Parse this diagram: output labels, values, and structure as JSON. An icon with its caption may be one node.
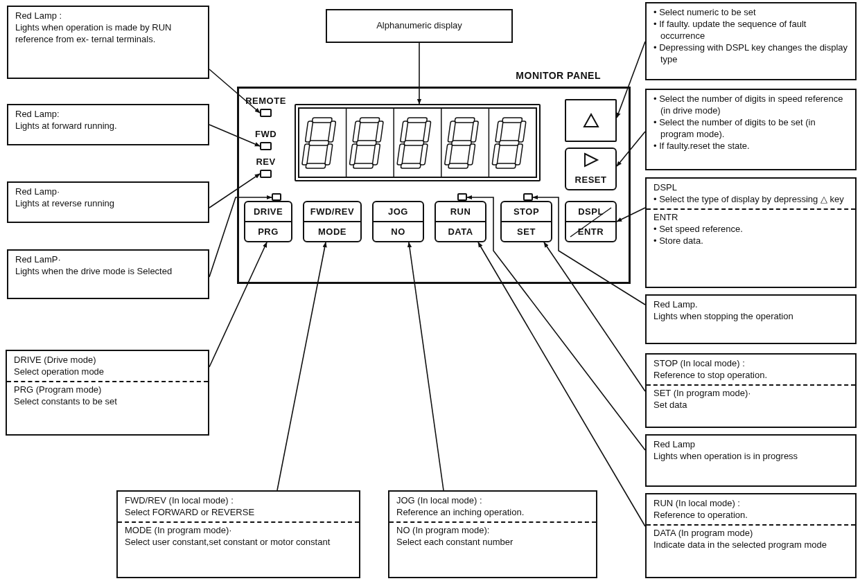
{
  "diagram": {
    "nodes": [
      {
        "text": [
          "MONITOR PANEL"
        ]
      },
      {
        "text": [
          "REMOTE"
        ],
        "in": 0
      },
      {
        "text": [
          "FWD"
        ],
        "in": 0
      },
      {
        "text": [
          "REV"
        ],
        "in": 0
      },
      {
        "text": [],
        "shape": "box",
        "in": 0
      },
      {
        "text": [],
        "shape": "box",
        "in": 0
      },
      {
        "text": [
          "RESET"
        ],
        "in": 0
      },
      {
        "text": [
          "DRIVE",
          "PRG"
        ],
        "in": 0
      },
      {
        "text": [],
        "shape": "box",
        "in": 0
      },
      {
        "text": [
          "FWD/REV",
          "MODE"
        ],
        "in": 0
      },
      {
        "text": [
          "JOG",
          "NO"
        ],
        "in": 0
      },
      {
        "text": [
          "RUN",
          "DATA"
        ],
        "in": 0
      },
      {
        "text": [],
        "shape": "box",
        "in": 0
      },
      {
        "text": [
          "STOP",
          "SET"
        ],
        "in": 0
      },
      {
        "text": [],
        "shape": "box",
        "in": 0
      },
      {
        "text": [
          "DSPL",
          "ENTR"
        ],
        "in": 0
      },
      {
        "text": [
          "Red Lamp :",
          "Lights when operation is made by RUN reference from ex- ternal terminals."
        ]
      },
      {
        "text": [
          "Alphanumeric display"
        ]
      },
      {
        "text": [
          "• Select numeric to be set",
          "• If faulty. update the sequence of fault occurrence",
          "• Depressing with DSPL key changes the display type"
        ]
      },
      {
        "text": [
          "Red Lamp:",
          "Lights at forward running."
        ]
      },
      {
        "text": [
          "• Select the number of digits in speed reference (in drive mode)",
          "• Select the number of digits to be set (in program mode).",
          "• If faulty.reset the state."
        ]
      },
      {
        "text": [
          "Red Lamp·",
          "Lights at reverse running"
        ]
      },
      {
        "text": [
          "DSPL",
          "• Select the type of display by depressing △ key",
          "ENTR",
          "• Set speed reference.",
          "• Store data."
        ]
      },
      {
        "text": [
          "Red LamP·",
          "Lights when the drive mode is Selected"
        ]
      },
      {
        "text": [
          "Red Lamp.",
          "Lights when stopping the operation"
        ]
      },
      {
        "text": [
          "DRIVE (Drive mode)",
          "Select operation mode",
          "PRG (Program mode)",
          "Select constants to be set"
        ]
      },
      {
        "text": [
          "STOP (In local mode) :",
          "Reference to stop operation.",
          "SET (In program mode)·",
          "Set data"
        ]
      },
      {
        "text": [
          "Red Lamp",
          "Lights when operation is in progress"
        ]
      },
      {
        "text": [
          "FWD/REV (In local mode) :",
          "Select FORWARD or REVERSE",
          "MODE (In program mode)·",
          "Select user constant,set constant or motor constant"
        ]
      },
      {
        "text": [
          "JOG (In local mode) :",
          "Reference an inching operation.",
          "NO (In program mode):",
          "Select each constant number"
        ]
      },
      {
        "text": [
          "RUN (In local mode) :",
          "Reference to operation.",
          "DATA (In program mode)",
          "Indicate data in the selected program mode"
        ]
      }
    ],
    "edges": [
      {
        "from": 16,
        "to": 1,
        "arrow": "to"
      },
      {
        "from": 17,
        "to": 4,
        "arrow": "to"
      },
      {
        "from": 18,
        "to": 5,
        "arrow": "to"
      },
      {
        "from": 19,
        "to": 2,
        "arrow": "to"
      },
      {
        "from": 20,
        "to": 6,
        "arrow": "to"
      },
      {
        "from": 21,
        "to": 3,
        "arrow": "to"
      },
      {
        "from": 22,
        "to": 15,
        "arrow": "to"
      },
      {
        "from": 23,
        "to": 8,
        "arrow": "to"
      },
      {
        "from": 24,
        "to": 14,
        "arrow": "to"
      },
      {
        "from": 25,
        "to": 7,
        "arrow": "to"
      },
      {
        "from": 26,
        "to": 13,
        "arrow": "to"
      },
      {
        "from": 27,
        "to": 12,
        "arrow": "to"
      },
      {
        "from": 28,
        "to": 9,
        "arrow": "to"
      },
      {
        "from": 29,
        "to": 10,
        "arrow": "to"
      },
      {
        "from": 30,
        "to": 11,
        "arrow": "to"
      }
    ]
  }
}
